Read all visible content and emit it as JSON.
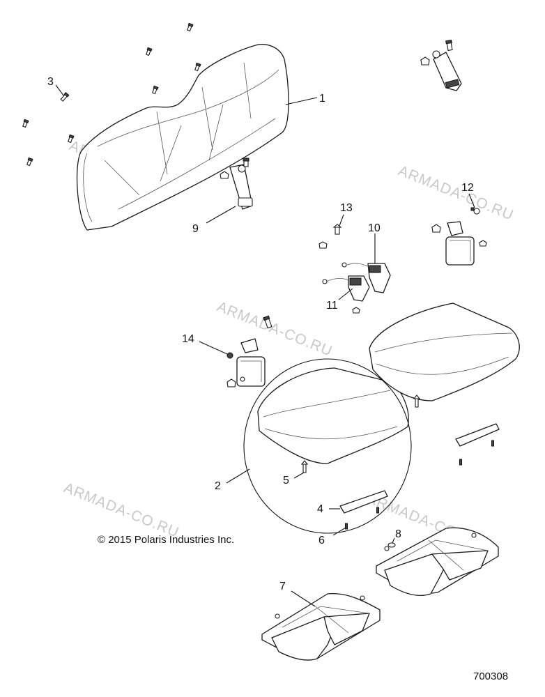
{
  "copyright": "© 2015 Polaris Industries Inc.",
  "drawing_number": "700308",
  "watermark": "ARMADA-CO.RU",
  "callouts": [
    "1",
    "2",
    "3",
    "4",
    "5",
    "6",
    "7",
    "8",
    "9",
    "10",
    "11",
    "12",
    "13",
    "14"
  ],
  "colors": {
    "line": "#1a1a1a",
    "watermark": "#c9c9c9",
    "background": "#ffffff"
  }
}
